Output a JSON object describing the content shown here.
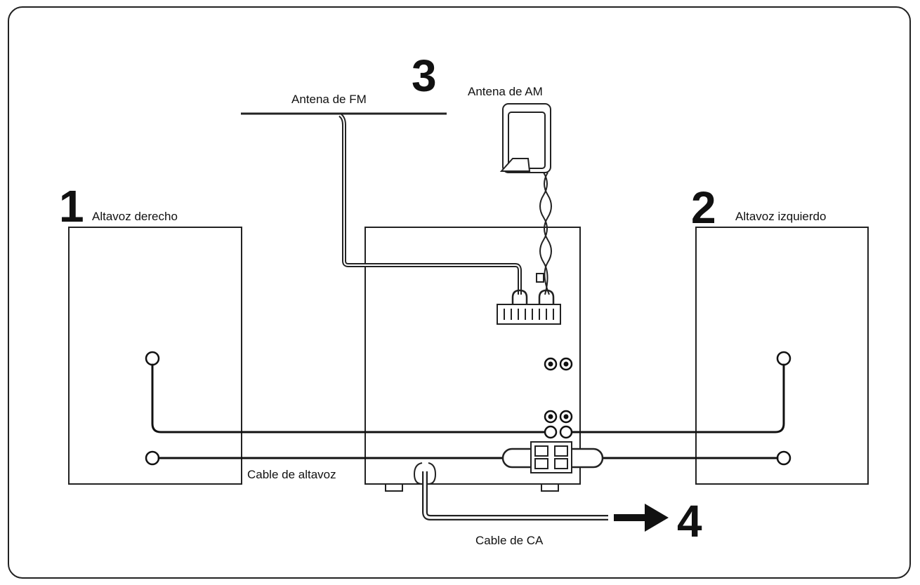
{
  "labels": {
    "fm_antenna": "Antena de FM",
    "am_antenna": "Antena de AM",
    "right_speaker": "Altavoz derecho",
    "left_speaker": "Altavoz izquierdo",
    "speaker_cable": "Cable de altavoz",
    "ac_cable": "Cable de CA"
  },
  "steps": {
    "step_1": "1",
    "step_2": "2",
    "step_3": "3",
    "step_4": "4"
  }
}
